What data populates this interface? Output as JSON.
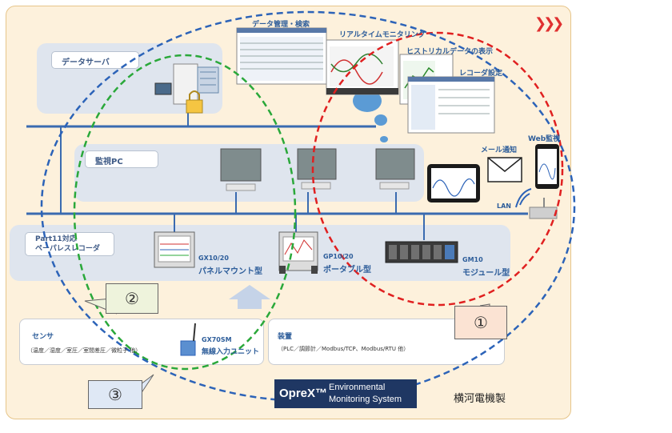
{
  "labels": {
    "data_server": "データサーバ",
    "monitoring_pc": "監視PC",
    "part11": "Part11対応\nペーパレスレコーダ",
    "gx_label": "GX10/20",
    "gx_sub": "パネルマウント型",
    "gp_label": "GP10/20",
    "gp_sub": "ポータブル型",
    "gm_label": "GM10",
    "gm_sub": "モジュール型",
    "data_mgmt": "データ管理・検索",
    "realtime": "リアルタイムモニタリング",
    "historical": "ヒストリカルデータの表示",
    "recorder_setting": "レコーダ設定",
    "mail": "メール通知",
    "web": "Web監視",
    "lan": "LAN",
    "sensor": "センサ",
    "sensor_desc": "（温度／湿度／室圧／室間差圧／微粒子 他）",
    "gx70sm": "GX70SM",
    "gx70sm_sub": "無線入力ユニット",
    "device": "装置",
    "device_desc": "（PLC／調節計／Modbus/TCP、Modbus/RTU 他）"
  },
  "callouts": {
    "one": "①",
    "two": "②",
    "three": "③"
  },
  "logo": {
    "brand": "OpreX™",
    "line1": "Environmental",
    "line2": "Monitoring System"
  },
  "maker": "横河電機製",
  "chevrons": "❯❯❯",
  "colors": {
    "panel_bg": "#fdf1dc",
    "row_bg": "#dfe5ee",
    "bus_line": "#3a6bb0",
    "circle_red": "#e02020",
    "circle_green": "#2aa83a",
    "circle_blue": "#2c63b8",
    "callout_1": "#fbe3d3",
    "callout_2": "#eef3dc",
    "callout_3": "#dfe8f5",
    "logo_bg": "#1f3763"
  }
}
